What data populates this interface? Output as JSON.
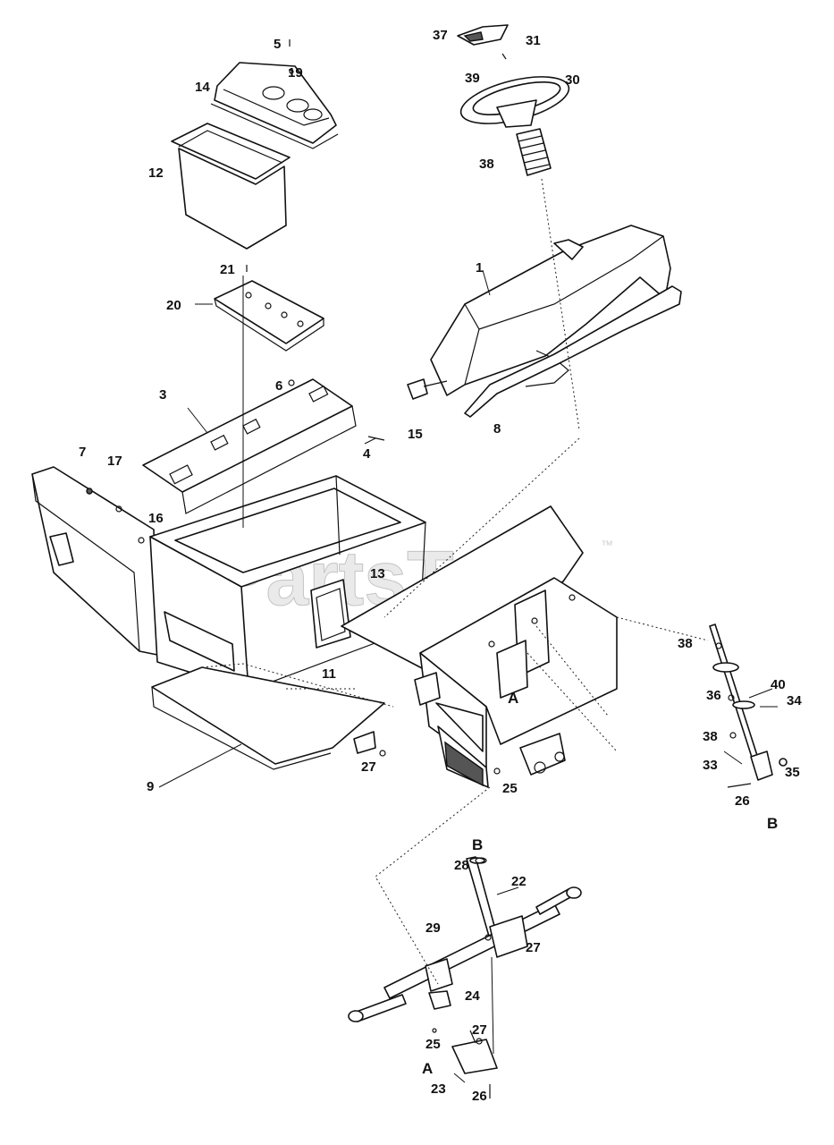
{
  "watermark": {
    "text": "PartsTree",
    "trademark": "™"
  },
  "callouts": {
    "c1": "1",
    "c3": "3",
    "c4": "4",
    "c5": "5",
    "c6": "6",
    "c7": "7",
    "c8": "8",
    "c9": "9",
    "c11": "11",
    "c12": "12",
    "c13": "13",
    "c14": "14",
    "c15": "15",
    "c16": "16",
    "c17": "17",
    "c19": "19",
    "c20": "20",
    "c21": "21",
    "c22": "22",
    "c23": "23",
    "c24": "24",
    "c25a": "25",
    "c25b": "25",
    "c26a": "26",
    "c26b": "26",
    "c27a": "27",
    "c27b": "27",
    "c27c": "27",
    "c28": "28",
    "c29": "29",
    "c30": "30",
    "c31": "31",
    "c33": "33",
    "c34": "34",
    "c35": "35",
    "c36": "36",
    "c37": "37",
    "c38a": "38",
    "c38b": "38",
    "c38c": "38",
    "c39": "39",
    "c40": "40"
  },
  "letters": {
    "a1": "A",
    "a2": "A",
    "b1": "B",
    "b2": "B"
  },
  "colors": {
    "line": "#111111",
    "watermark": "#d8d8d8",
    "background": "#ffffff"
  }
}
